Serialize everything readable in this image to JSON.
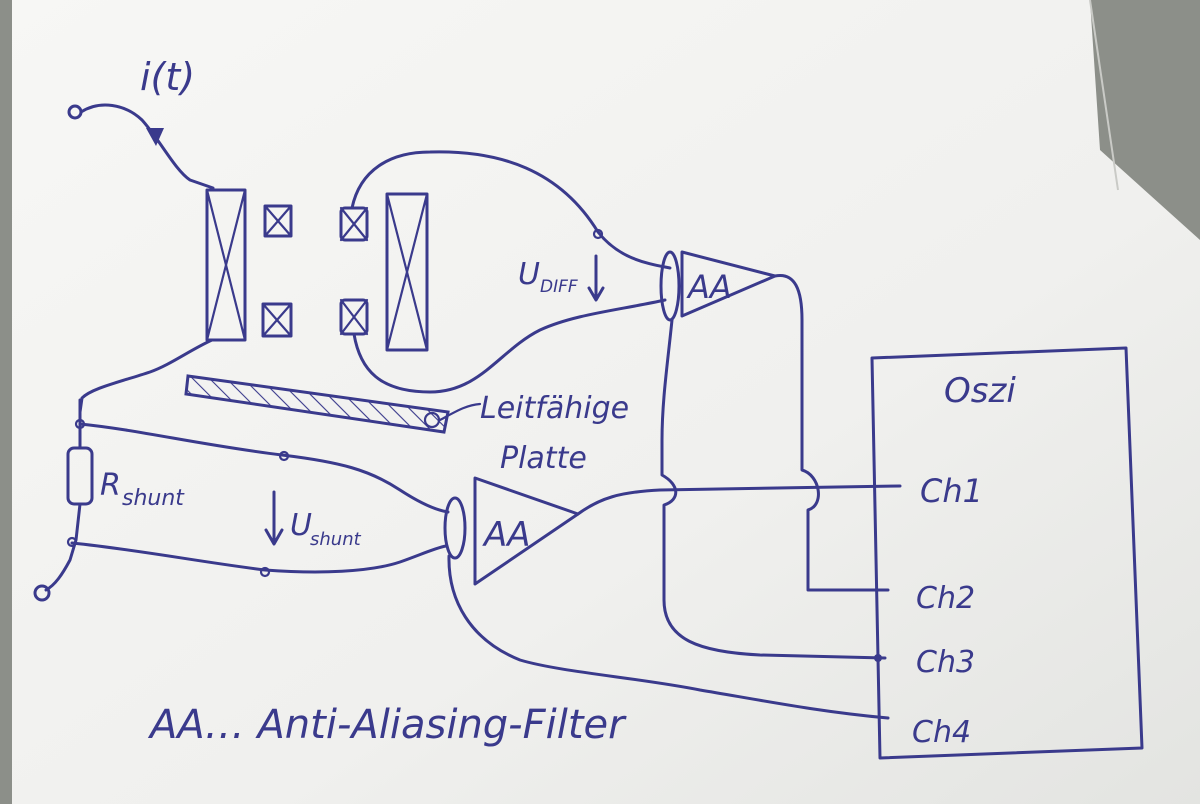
{
  "labels": {
    "current": "i(t)",
    "u_diff": "U",
    "u_diff_sub": "DIFF",
    "r_shunt": "R",
    "r_shunt_sub": "shunt",
    "u_shunt": "U",
    "u_shunt_sub": "shunt",
    "plate_line1": "Leitfähige",
    "plate_line2": "Platte",
    "aa_top": "AA",
    "aa_bottom": "AA",
    "osci_title": "Oszi",
    "ch1": "Ch1",
    "ch2": "Ch2",
    "ch3": "Ch3",
    "ch4": "Ch4",
    "legend": "AA… Anti-Aliasing-Filter"
  },
  "colors": {
    "ink": "#3a3a8c",
    "paper": "#f4f4f2",
    "background": "#8c8f89"
  }
}
